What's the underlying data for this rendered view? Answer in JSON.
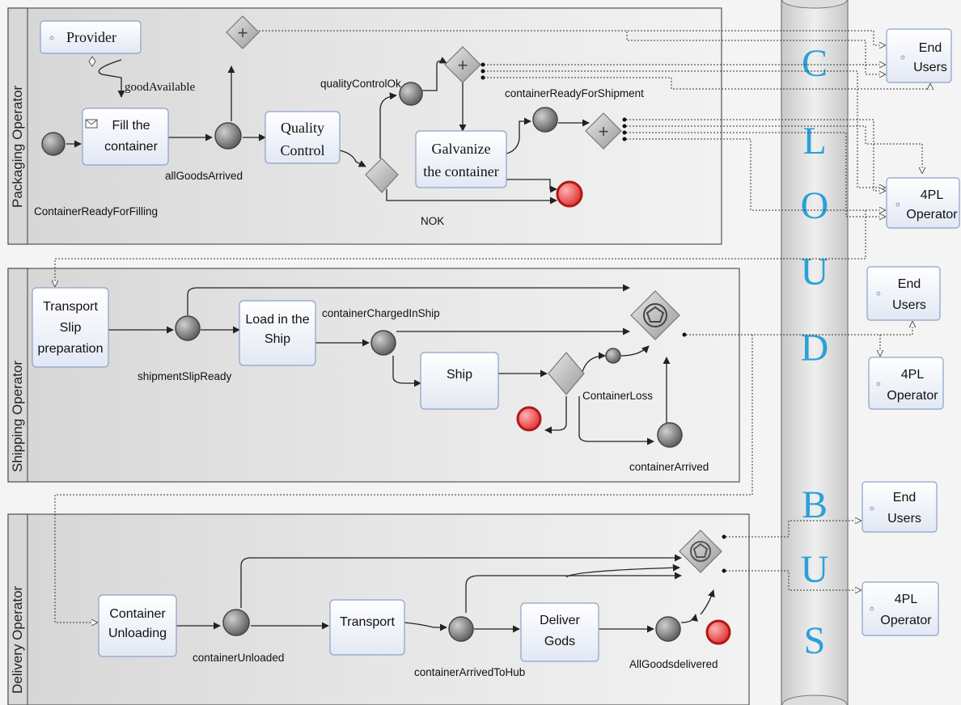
{
  "lanes": [
    {
      "title": "Packaging Operator"
    },
    {
      "title": "Shipping  Operator"
    },
    {
      "title": "Delivery Operator"
    }
  ],
  "cloud_bus": [
    "C",
    "L",
    "O",
    "U",
    "D",
    "B",
    "U",
    "S"
  ],
  "packaging": {
    "provider": "Provider",
    "fill_container": [
      "Fill the",
      "container"
    ],
    "quality_control": [
      "Quality",
      "Control"
    ],
    "galvanize": [
      "Galvanize",
      "the container"
    ],
    "labels": {
      "good_available": "goodAvailable",
      "all_goods_arrived": "allGoodsArrived",
      "container_ready_for_filling": "ContainerReadyForFilling",
      "quality_control_ok": "qualityControlOk",
      "container_ready_for_shipment": "containerReadyForShipment",
      "nok": "NOK"
    }
  },
  "shipping": {
    "transport_slip": [
      "Transport",
      "Slip",
      "preparation"
    ],
    "load_ship": [
      "Load in the",
      "Ship"
    ],
    "ship": "Ship",
    "labels": {
      "shipment_slip_ready": "shipmentSlipReady",
      "container_charged": "containerChargedInShip",
      "container_loss": "ContainerLoss",
      "container_arrived": "containerArrived"
    }
  },
  "delivery": {
    "container_unloading": [
      "Container",
      "Unloading"
    ],
    "transport": "Transport",
    "deliver_gods": [
      "Deliver",
      "Gods"
    ],
    "labels": {
      "container_unloaded": "containerUnloaded",
      "container_arrived_hub": "containerArrivedToHub",
      "all_goods_delivered": "AllGoodsdelivered"
    }
  },
  "roles": {
    "end_users": [
      "End",
      "Users"
    ],
    "four_pl": [
      "4PL",
      "Operator"
    ]
  }
}
